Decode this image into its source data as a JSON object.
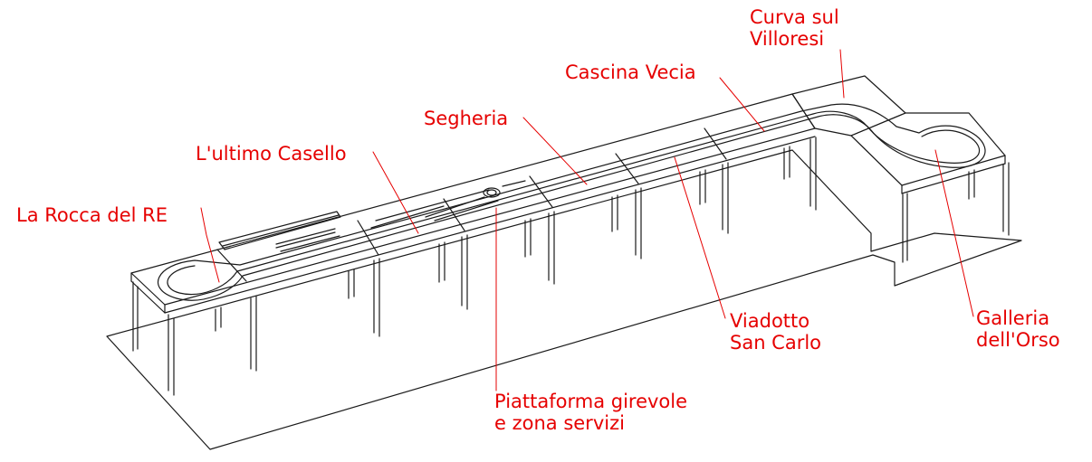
{
  "diagram": {
    "label_color": "#e60000",
    "line_color": "#1a1a1a",
    "labels": [
      {
        "id": "rocca",
        "text": "La Rocca del RE"
      },
      {
        "id": "casello",
        "text": "L'ultimo Casello"
      },
      {
        "id": "segheria",
        "text": "Segheria"
      },
      {
        "id": "cascina",
        "text": "Cascina Vecia"
      },
      {
        "id": "curva",
        "text": "Curva sul\nVilloresi"
      },
      {
        "id": "viadotto",
        "text": "Viadotto\nSan Carlo"
      },
      {
        "id": "galleria",
        "text": "Galleria\ndell'Orso"
      },
      {
        "id": "piattaforma",
        "text": "Piattaforma girevole\ne zona servizi"
      }
    ]
  }
}
